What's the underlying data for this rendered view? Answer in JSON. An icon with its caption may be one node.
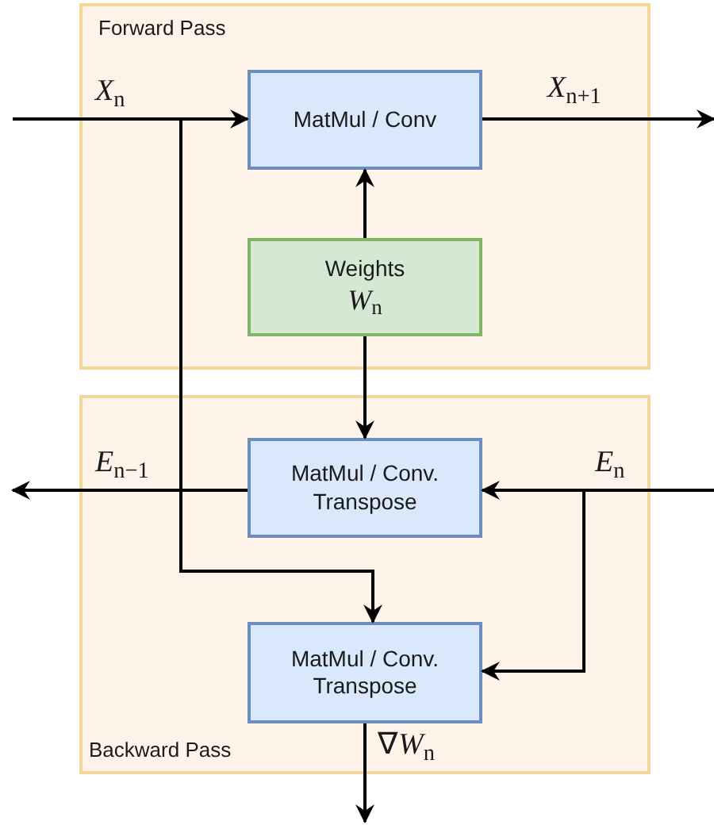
{
  "diagram": {
    "nodes": [
      {
        "text": [
          "Forward Pass"
        ]
      },
      {
        "text": [
          "MatMul / Conv"
        ],
        "in": 0
      },
      {
        "text": [
          "Weights",
          "*W*$_{n}$"
        ],
        "in": 0
      },
      {
        "text": [
          "Backward Pass"
        ]
      },
      {
        "text": [
          "MatMul / Conv. Transpose"
        ],
        "in": 3
      },
      {
        "text": [
          "MatMul / Conv. Transpose"
        ],
        "in": 3
      }
    ],
    "edges": [
      {
        "from": null,
        "to": 1,
        "arrow": "to",
        "label": "*X*$_{n}$"
      },
      {
        "from": 1,
        "to": null,
        "arrow": "to",
        "label": "*X*$_{n+1}$"
      },
      {
        "from": 2,
        "to": 1,
        "arrow": "to"
      },
      {
        "from": 2,
        "to": 4,
        "arrow": "to"
      },
      {
        "from": null,
        "to": 5,
        "arrow": "to"
      },
      {
        "from": 4,
        "to": null,
        "arrow": "to",
        "label": "*E*$_{n−1}$"
      },
      {
        "from": null,
        "to": 4,
        "arrow": "to",
        "label": "*E*$_{n}$"
      },
      {
        "from": null,
        "to": 5,
        "arrow": "to"
      },
      {
        "from": 5,
        "to": null,
        "arrow": "to",
        "label": "∇*W*$_{n}$"
      }
    ]
  }
}
